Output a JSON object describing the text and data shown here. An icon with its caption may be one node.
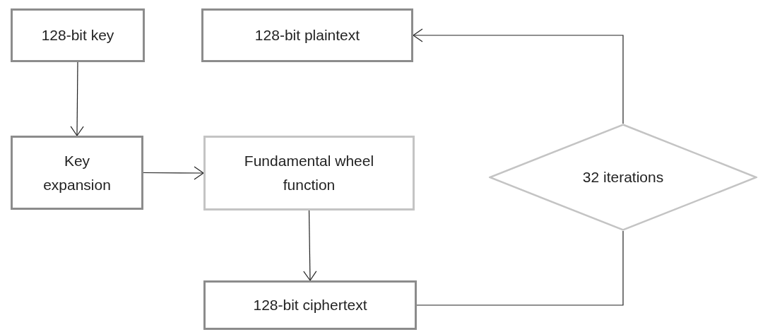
{
  "diagram": {
    "nodes": [
      {
        "text": [
          "128-bit key"
        ]
      },
      {
        "text": [
          "128-bit plaintext"
        ]
      },
      {
        "text": [
          "Key expansion"
        ]
      },
      {
        "text": [
          "Fundamental wheel function"
        ]
      },
      {
        "text": [
          "32 iterations"
        ]
      },
      {
        "text": [
          "128-bit ciphertext"
        ]
      }
    ],
    "edges": [
      {
        "from": 0,
        "to": 2,
        "arrow": "to"
      },
      {
        "from": 2,
        "to": 3,
        "arrow": "to"
      },
      {
        "from": 3,
        "to": 5,
        "arrow": "to"
      },
      {
        "from": 5,
        "to": 4,
        "arrow": "none"
      },
      {
        "from": 4,
        "to": 1,
        "arrow": "to"
      }
    ]
  }
}
